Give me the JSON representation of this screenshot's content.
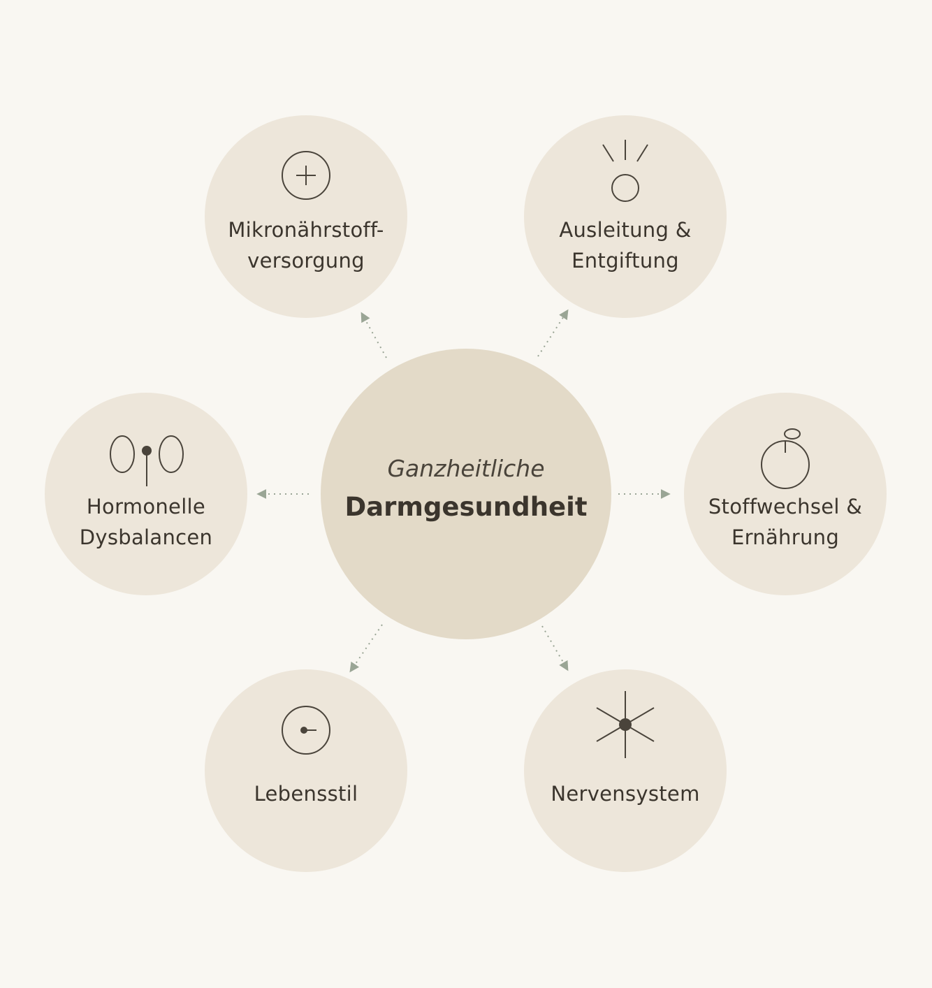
{
  "center": {
    "subtitle": "Ganzheitliche",
    "title": "Darmgesundheit"
  },
  "nodes": [
    {
      "id": "mikro",
      "line1": "Mikronährstoff-",
      "line2": "versorgung",
      "icon": "plus-circle-icon"
    },
    {
      "id": "ausleitung",
      "line1": "Ausleitung &",
      "line2": "Entgiftung",
      "icon": "radiating-circle-icon"
    },
    {
      "id": "hormone",
      "line1": "Hormonelle",
      "line2": "Dysbalancen",
      "icon": "ovals-pin-icon"
    },
    {
      "id": "stoffwechsel",
      "line1": "Stoffwechsel &",
      "line2": "Ernährung",
      "icon": "circle-with-small-ring-icon"
    },
    {
      "id": "lebensstil",
      "line1": "Lebensstil",
      "icon": "circle-dot-icon"
    },
    {
      "id": "nerven",
      "line1": "Nervensystem",
      "icon": "starburst-icon"
    }
  ],
  "colors": {
    "background": "#f9f7f2",
    "node_fill": "#ede6da",
    "center_fill": "#e3dac8",
    "text": "#3b352d",
    "icon_stroke": "#4a443b",
    "connector": "#9aa595"
  }
}
